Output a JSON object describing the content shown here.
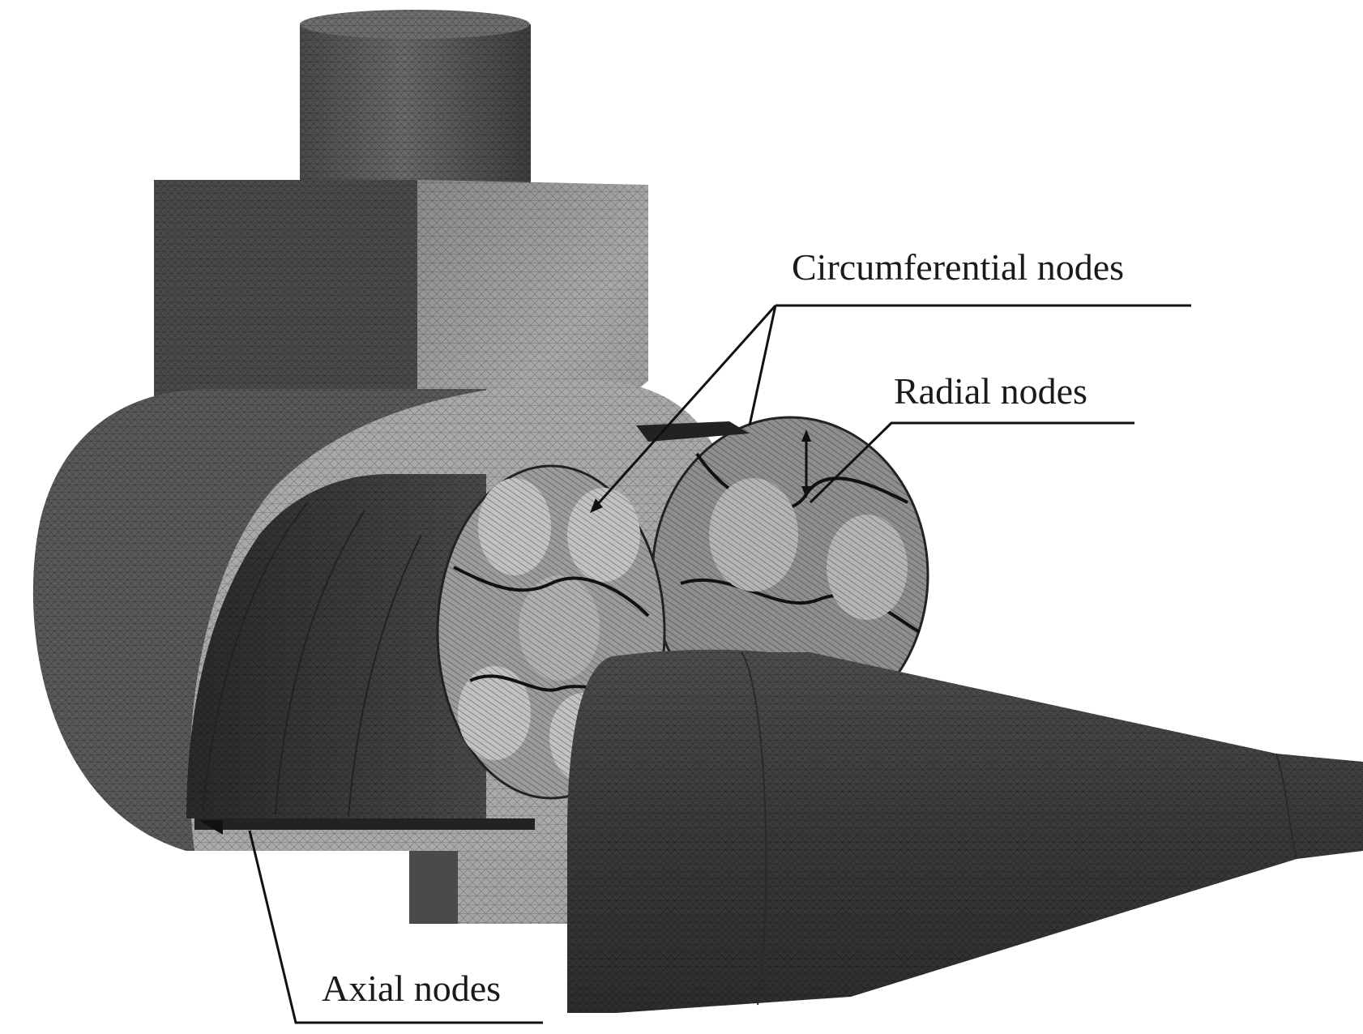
{
  "labels": {
    "circumferential": "Circumferential nodes",
    "radial": "Radial nodes",
    "axial": "Axial nodes"
  },
  "colors": {
    "background": "#ffffff",
    "mesh_dark": "#3c3c3c",
    "mesh_mid": "#5a5a5a",
    "mesh_light": "#a5a5a5",
    "leader": "#111111"
  }
}
